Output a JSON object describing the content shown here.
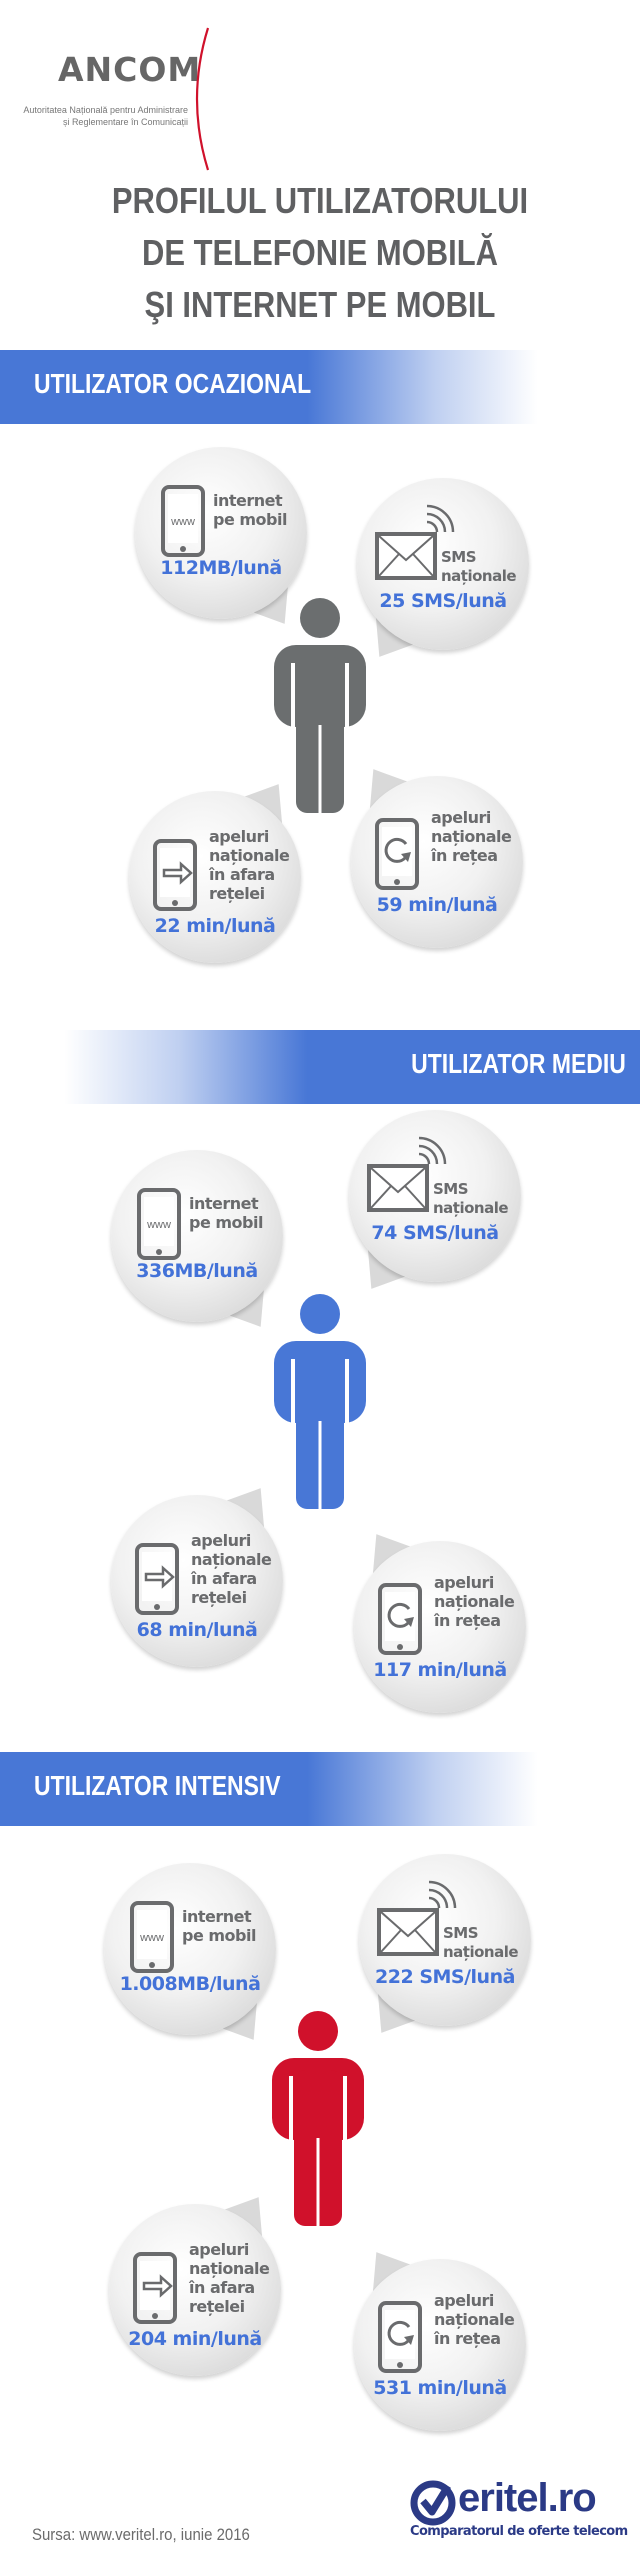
{
  "header": {
    "logo_name": "ANCOM",
    "logo_sub_line1": "Autoritatea Națională pentru Administrare",
    "logo_sub_line2": "și Reglementare în Comunicații",
    "title_line1": "PROFILUL UTILIZATORULUI",
    "title_line2": "DE TELEFONIE MOBILĂ",
    "title_line3": "ŞI INTERNET PE MOBIL"
  },
  "colors": {
    "accent": "#4877d6",
    "value": "#4372d8",
    "occasional": "#6b6e6f",
    "medium": "#4877d6",
    "intensive": "#d0112b",
    "brand": "#2b3a86"
  },
  "labels": {
    "internet": [
      "internet",
      "pe mobil"
    ],
    "sms": [
      "SMS",
      "naționale"
    ],
    "calls_out": [
      "apeluri",
      "naționale",
      "în afara",
      "rețelei"
    ],
    "calls_in": [
      "apeluri",
      "naționale",
      "în rețea"
    ]
  },
  "sections": [
    {
      "title": "UTILIZATOR OCAZIONAL",
      "internet": "112MB/lună",
      "sms": "25 SMS/lună",
      "calls_out": "22 min/lună",
      "calls_in": "59 min/lună"
    },
    {
      "title": "UTILIZATOR MEDIU",
      "internet": "336MB/lună",
      "sms": "74 SMS/lună",
      "calls_out": "68 min/lună",
      "calls_in": "117 min/lună"
    },
    {
      "title": "UTILIZATOR INTENSIV",
      "internet": "1.008MB/lună",
      "sms": "222 SMS/lună",
      "calls_out": "204 min/lună",
      "calls_in": "531 min/lună"
    }
  ],
  "icons": {
    "internet": "phone-www-icon",
    "sms": "envelope-signal-icon",
    "calls_out": "phone-arrow-out-icon",
    "calls_in": "phone-loop-icon"
  },
  "footer": {
    "source": "Sursa: www.veritel.ro, iunie 2016",
    "brand_name": "eritel.ro",
    "brand_tagline": "Comparatorul de oferte telecom"
  }
}
